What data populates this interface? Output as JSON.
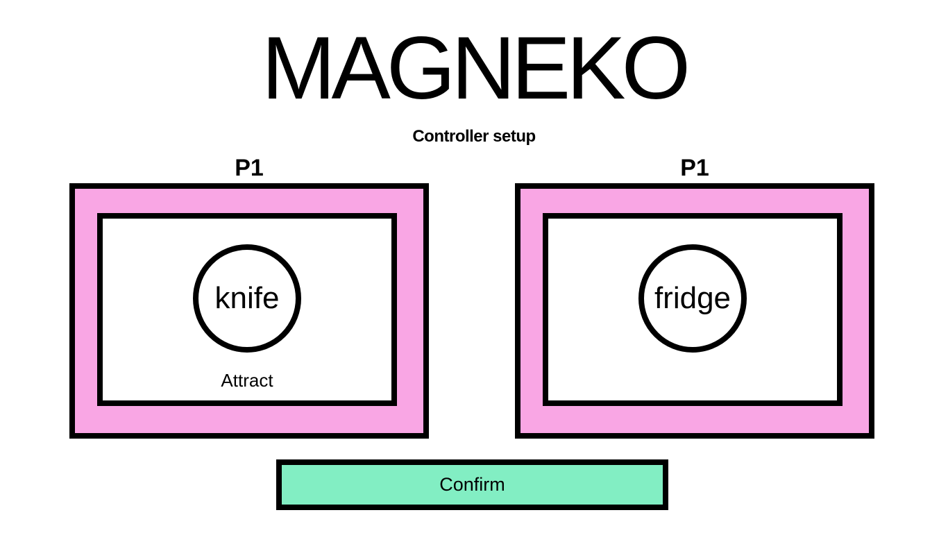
{
  "screen": {
    "title": "MAGNEKO",
    "subtitle": "Controller setup"
  },
  "panels": [
    {
      "player_label": "P1",
      "binding_label": "knife",
      "mode_label": "Attract"
    },
    {
      "player_label": "P1",
      "binding_label": "fridge",
      "mode_label": ""
    }
  ],
  "confirm": {
    "label": "Confirm"
  },
  "colors": {
    "panel_pink": "#F9A6E4",
    "confirm_green": "#82EEC3",
    "outline_black": "#000000",
    "background": "#FFFFFF"
  }
}
